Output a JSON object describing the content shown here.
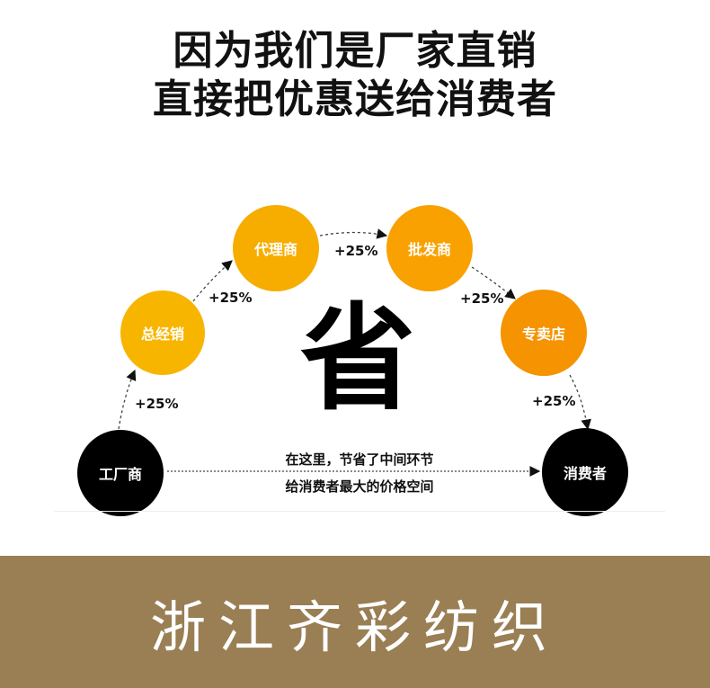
{
  "headline": {
    "line1": "因为我们是厂家直销",
    "line2": "直接把优惠送给消费者"
  },
  "nodes": [
    {
      "id": "factory",
      "label": "工厂商",
      "color": "#000000"
    },
    {
      "id": "general-distributor",
      "label": "总经销",
      "color": "#f7b500"
    },
    {
      "id": "agent",
      "label": "代理商",
      "color": "#f7ad00"
    },
    {
      "id": "wholesaler",
      "label": "批发商",
      "color": "#f8a100"
    },
    {
      "id": "specialty-store",
      "label": "专卖店",
      "color": "#f59300"
    },
    {
      "id": "consumer",
      "label": "消费者",
      "color": "#000000"
    }
  ],
  "markups": [
    "+25%",
    "+25%",
    "+25%",
    "+25%",
    "+25%"
  ],
  "center_char": "省",
  "center_note": {
    "line1": "在这里，节省了中间环节",
    "line2": "给消费者最大的价格空间"
  },
  "footer": {
    "brand": "浙江齐彩纺织",
    "background": "#9a7e54"
  }
}
